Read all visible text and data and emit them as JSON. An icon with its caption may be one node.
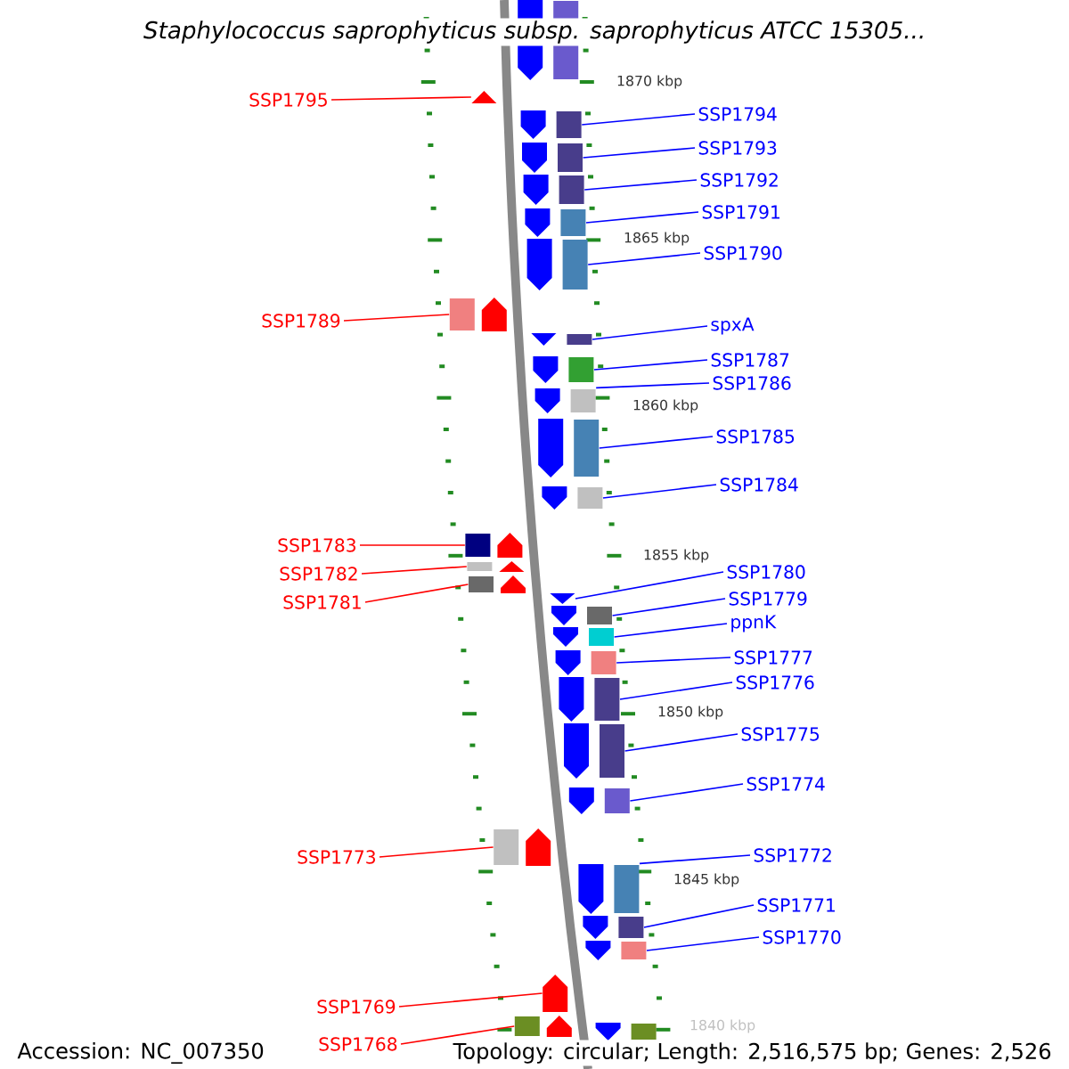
{
  "diagram": {
    "title": "Staphylococcus saprophyticus subsp. saprophyticus ATCC 15305...",
    "nodes": [
      {
        "text": [
          "SSP1795"
        ]
      },
      {
        "text": [
          "SSP1794"
        ]
      },
      {
        "text": [
          "SSP1793"
        ]
      },
      {
        "text": [
          "SSP1792"
        ]
      },
      {
        "text": [
          "SSP1791"
        ]
      },
      {
        "text": [
          "SSP1790"
        ]
      },
      {
        "text": [
          "SSP1789"
        ]
      },
      {
        "text": [
          "spxA"
        ]
      },
      {
        "text": [
          "SSP1787"
        ]
      },
      {
        "text": [
          "SSP1786"
        ]
      },
      {
        "text": [
          "SSP1785"
        ]
      },
      {
        "text": [
          "SSP1784"
        ]
      },
      {
        "text": [
          "SSP1783"
        ]
      },
      {
        "text": [
          "SSP1780"
        ]
      },
      {
        "text": [
          "SSP1782"
        ]
      },
      {
        "text": [
          "SSP1779"
        ]
      },
      {
        "text": [
          "SSP1781"
        ]
      },
      {
        "text": [
          "ppnK"
        ]
      },
      {
        "text": [
          "SSP1777"
        ]
      },
      {
        "text": [
          "SSP1776"
        ]
      },
      {
        "text": [
          "SSP1775"
        ]
      },
      {
        "text": [
          "SSP1774"
        ]
      },
      {
        "text": [
          "SSP1773"
        ]
      },
      {
        "text": [
          "SSP1772"
        ]
      },
      {
        "text": [
          "SSP1771"
        ]
      },
      {
        "text": [
          "SSP1770"
        ]
      },
      {
        "text": [
          "SSP1769"
        ]
      },
      {
        "text": [
          "SSP1768"
        ]
      },
      {
        "text": [],
        "shape": "box"
      },
      {
        "text": [],
        "shape": "box"
      },
      {
        "text": [],
        "shape": "box"
      },
      {
        "text": [],
        "shape": "box"
      },
      {
        "text": [],
        "shape": "box"
      },
      {
        "text": [],
        "shape": "box"
      },
      {
        "text": [],
        "shape": "box"
      },
      {
        "text": [],
        "shape": "box"
      },
      {
        "text": [],
        "shape": "box"
      },
      {
        "text": [],
        "shape": "box"
      },
      {
        "text": [],
        "shape": "box"
      },
      {
        "text": [],
        "shape": "box"
      },
      {
        "text": [],
        "shape": "box"
      },
      {
        "text": [],
        "shape": "box"
      },
      {
        "text": [],
        "shape": "box"
      },
      {
        "text": [],
        "shape": "box"
      },
      {
        "text": [],
        "shape": "box"
      },
      {
        "text": [],
        "shape": "box"
      },
      {
        "text": [],
        "shape": "box"
      },
      {
        "text": [],
        "shape": "box"
      },
      {
        "text": [],
        "shape": "box"
      },
      {
        "text": [],
        "shape": "box"
      },
      {
        "text": [],
        "shape": "box"
      },
      {
        "text": [],
        "shape": "box"
      },
      {
        "text": [],
        "shape": "box"
      },
      {
        "text": [],
        "shape": "box"
      },
      {
        "text": [],
        "shape": "box"
      },
      {
        "text": [],
        "shape": "box"
      },
      {
        "text": [],
        "shape": "box"
      },
      {
        "text": [],
        "shape": "box"
      }
    ],
    "edges": [
      {
        "from": 0,
        "to": 29,
        "arrow": "none",
        "color": "#ff0000"
      },
      {
        "from": 1,
        "to": 30,
        "arrow": "none"
      },
      {
        "from": 2,
        "to": 31,
        "arrow": "none"
      },
      {
        "from": 3,
        "to": 32,
        "arrow": "none"
      },
      {
        "from": 4,
        "to": 33,
        "arrow": "none"
      },
      {
        "from": 5,
        "to": 34,
        "arrow": "none"
      },
      {
        "from": 6,
        "to": 35,
        "arrow": "none",
        "color": "#ff0000"
      },
      {
        "from": 7,
        "to": 36,
        "arrow": "none"
      },
      {
        "from": 8,
        "to": 37,
        "arrow": "none"
      },
      {
        "from": 9,
        "to": 38,
        "arrow": "none"
      },
      {
        "from": 10,
        "to": 39,
        "arrow": "none"
      },
      {
        "from": 11,
        "to": 40,
        "arrow": "none"
      },
      {
        "from": 12,
        "to": 41,
        "arrow": "none",
        "color": "#ff0000"
      },
      {
        "from": 13,
        "to": 44,
        "arrow": "none"
      },
      {
        "from": 14,
        "to": 42,
        "arrow": "none",
        "color": "#ff0000"
      },
      {
        "from": 15,
        "to": 45,
        "arrow": "none"
      },
      {
        "from": 16,
        "to": 43,
        "arrow": "none",
        "color": "#ff0000"
      },
      {
        "from": 17,
        "to": 46,
        "arrow": "none"
      },
      {
        "from": 18,
        "to": 47,
        "arrow": "none"
      },
      {
        "from": 19,
        "to": 48,
        "arrow": "none"
      },
      {
        "from": 20,
        "to": 49,
        "arrow": "none"
      },
      {
        "from": 21,
        "to": 50,
        "arrow": "none"
      },
      {
        "from": 22,
        "to": 51,
        "arrow": "none",
        "color": "#ff0000"
      },
      {
        "from": 23,
        "to": 52,
        "arrow": "none"
      },
      {
        "from": 24,
        "to": 53,
        "arrow": "none"
      },
      {
        "from": 25,
        "to": 54,
        "arrow": "none"
      },
      {
        "from": 26,
        "to": 55,
        "arrow": "none",
        "color": "#ff0000"
      },
      {
        "from": 27,
        "to": 56,
        "arrow": "none",
        "color": "#ff0000"
      }
    ],
    "labels": [
      "1870 kbp",
      "1865 kbp",
      "1860 kbp",
      "1855 kbp",
      "1850 kbp",
      "1845 kbp",
      "1840 kbp",
      "Accession: NC_007350",
      "Topology: circular; Length: 2,516,575 bp; Genes: 2,526"
    ]
  }
}
